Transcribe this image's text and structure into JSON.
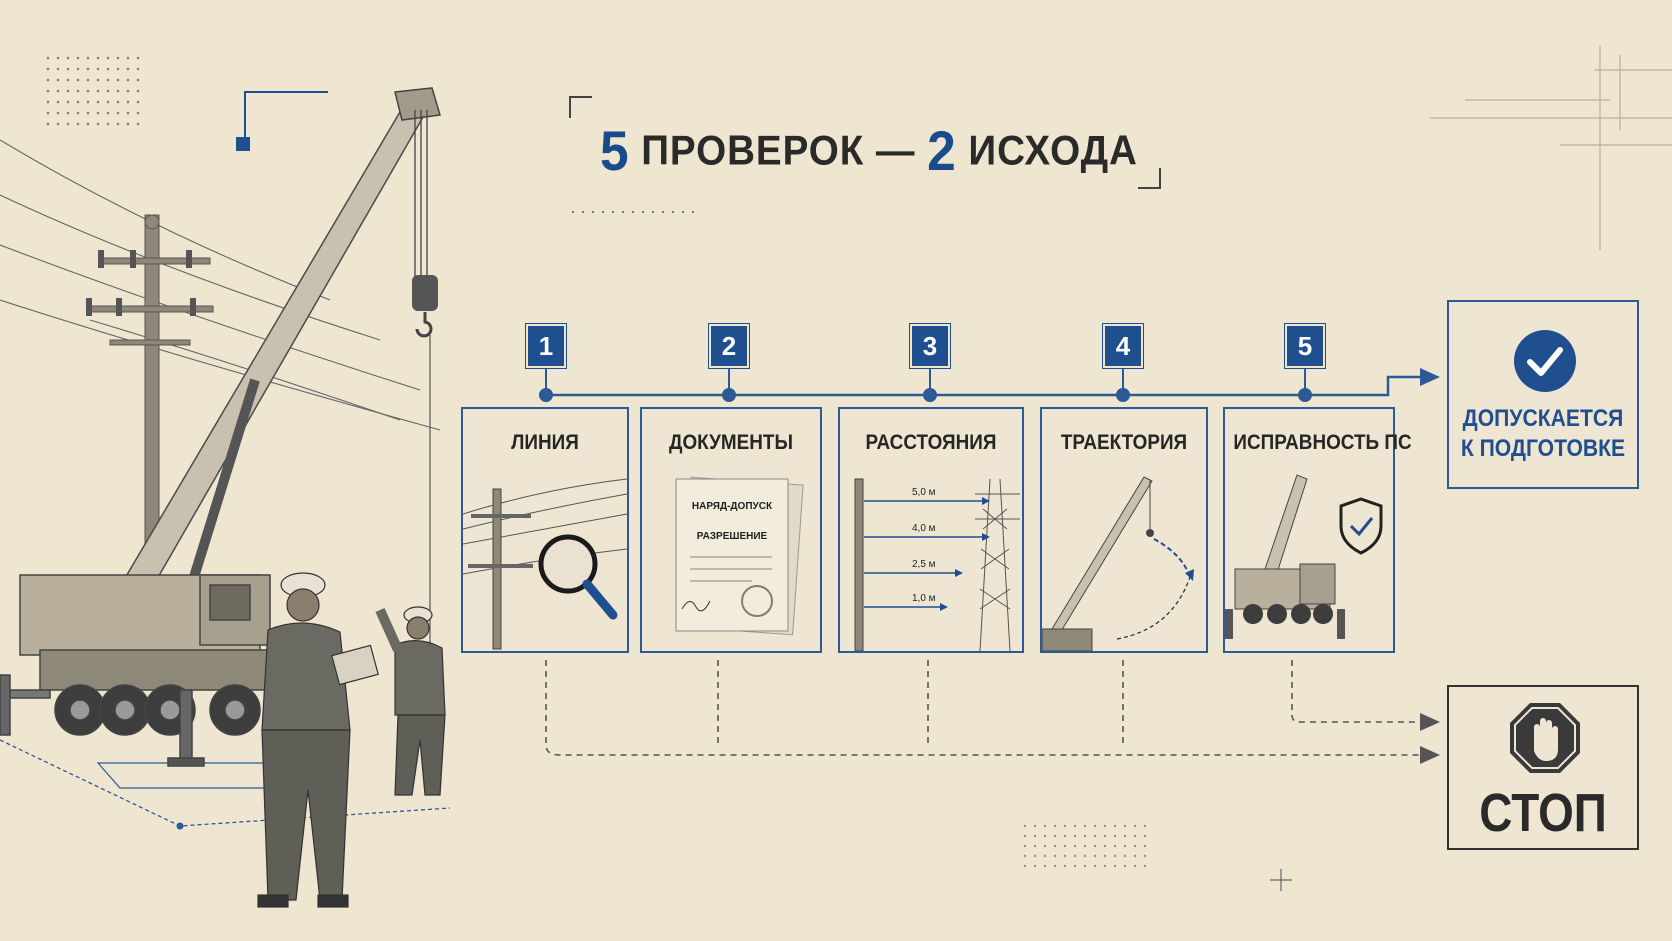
{
  "title": {
    "part1_number": "5",
    "part1_text": "ПРОВЕРОК —",
    "part2_number": "2",
    "part2_text": "ИСХОДА"
  },
  "steps": [
    {
      "number": "1",
      "label": "ЛИНИЯ"
    },
    {
      "number": "2",
      "label": "ДОКУМЕНТЫ"
    },
    {
      "number": "3",
      "label": "РАССТОЯНИЯ"
    },
    {
      "number": "4",
      "label": "ТРАЕКТОРИЯ"
    },
    {
      "number": "5",
      "label": "ИСПРАВНОСТЬ ПС"
    }
  ],
  "documents": {
    "doc1": "НАРЯД-ДОПУСК",
    "doc2": "РАЗРЕШЕНИЕ"
  },
  "distances": [
    "5,0 м",
    "4,0 м",
    "2,5 м",
    "1,0 м"
  ],
  "outcomes": {
    "pass_line1": "ДОПУСКАЕТСЯ",
    "pass_line2": "К ПОДГОТОВКЕ",
    "fail": "СТОП"
  },
  "colors": {
    "accent": "#1f4f8e",
    "background": "#efe6d2",
    "ink": "#2a2a2a"
  },
  "icons": [
    "check-circle-icon",
    "stop-hand-icon",
    "shield-check-icon",
    "magnifier-icon"
  ]
}
